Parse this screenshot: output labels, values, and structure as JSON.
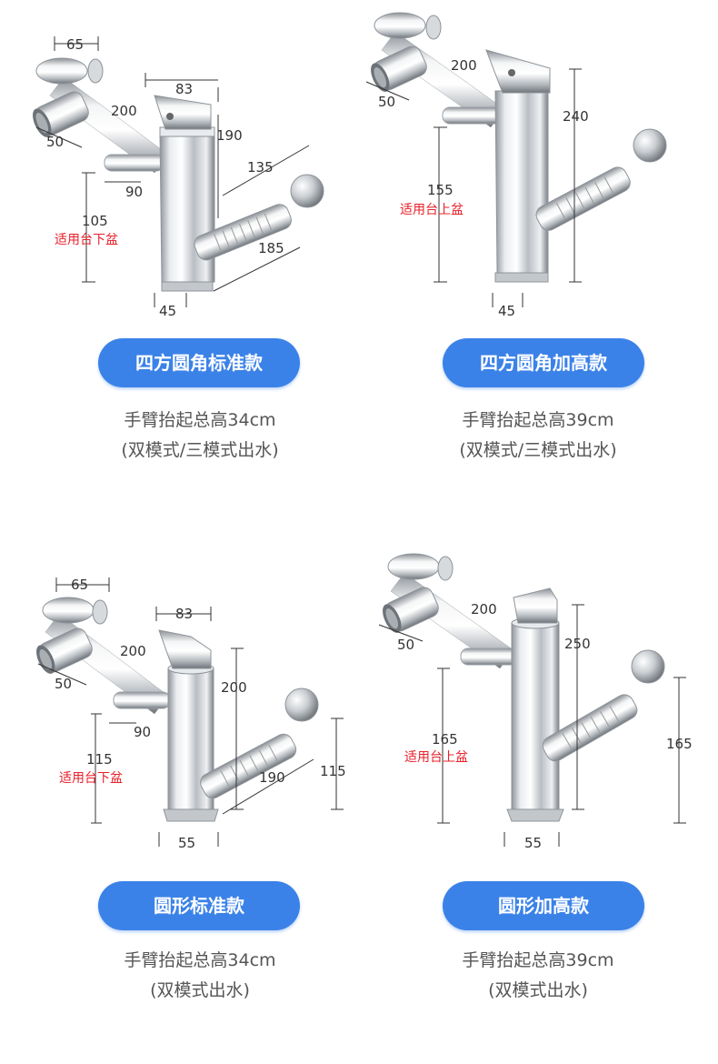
{
  "products": [
    {
      "title": "四方圆角标准款",
      "desc_line1": "手臂抬起总高34cm",
      "desc_line2": "(双模式/三模式出水)",
      "labels": [
        "65",
        "200",
        "83",
        "50",
        "190",
        "135",
        "90",
        "105",
        "185",
        "45"
      ],
      "basin_note": "适用台下盆"
    },
    {
      "title": "四方圆角加高款",
      "desc_line1": "手臂抬起总高39cm",
      "desc_line2": "(双模式/三模式出水)",
      "labels": [
        "200",
        "50",
        "240",
        "155",
        "45"
      ],
      "basin_note": "适用台上盆"
    },
    {
      "title": "圆形标准款",
      "desc_line1": "手臂抬起总高34cm",
      "desc_line2": "(双模式出水)",
      "labels": [
        "65",
        "83",
        "200",
        "200",
        "50",
        "90",
        "115",
        "190",
        "115",
        "55"
      ],
      "basin_note": "适用台下盆"
    },
    {
      "title": "圆形加高款",
      "desc_line1": "手臂抬起总高39cm",
      "desc_line2": "(双模式出水)",
      "labels": [
        "200",
        "50",
        "250",
        "165",
        "165",
        "55"
      ],
      "basin_note": "适用台上盆"
    }
  ]
}
